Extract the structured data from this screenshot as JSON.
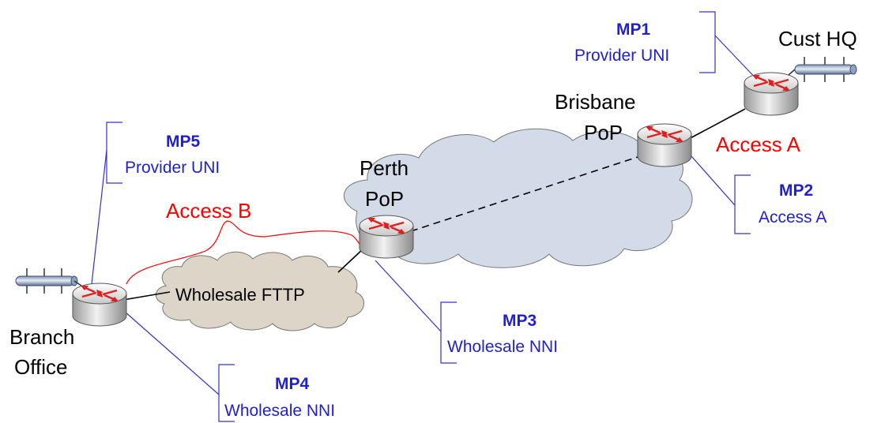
{
  "nodes": {
    "cust_hq": "Cust HQ",
    "brisbane_line1": "Brisbane",
    "brisbane_line2": "PoP",
    "perth_line1": "Perth",
    "perth_line2": "PoP",
    "branch_line1": "Branch",
    "branch_line2": "Office",
    "wholesale_fttp": "Wholesale FTTP"
  },
  "access": {
    "a": "Access A",
    "b": "Access B"
  },
  "measurement_points": [
    {
      "id": "MP1",
      "desc": "Provider UNI"
    },
    {
      "id": "MP2",
      "desc": "Access A"
    },
    {
      "id": "MP3",
      "desc": "Wholesale NNI"
    },
    {
      "id": "MP4",
      "desc": "Wholesale NNI"
    },
    {
      "id": "MP5",
      "desc": "Provider UNI"
    }
  ],
  "colors": {
    "cloud_fill": "#d3dbe8",
    "fttp_cloud_fill": "#ddd5c7",
    "access_red": "#ff0000",
    "mp_blue": "#1f1fd0",
    "router_arrow": "#e02020"
  },
  "icons": [
    "router-icon",
    "network-cloud-icon",
    "lan-segment-icon"
  ]
}
